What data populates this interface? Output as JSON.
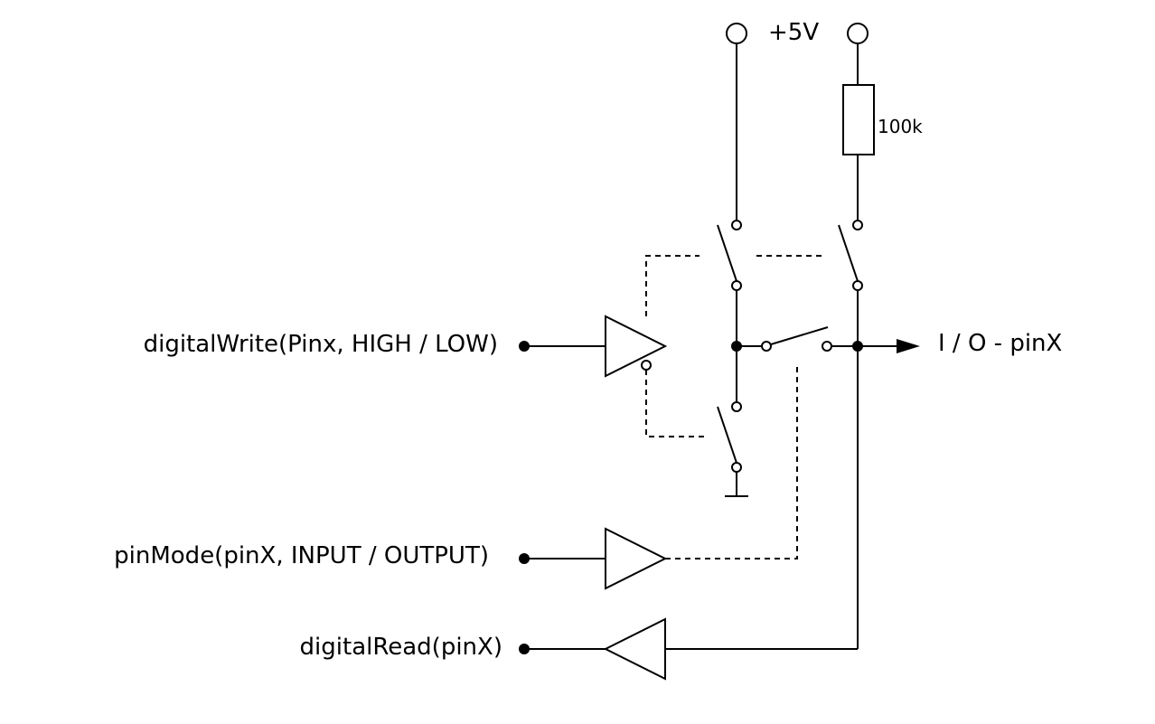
{
  "labels": {
    "supply": "+5V",
    "resistor": "100k",
    "io_pin": "I / O - pinX",
    "digital_write": "digitalWrite(Pinx, HIGH / LOW)",
    "pin_mode": "pinMode(pinX, INPUT / OUTPUT)",
    "digital_read": "digitalRead(pinX)"
  },
  "colors": {
    "line": "#000000",
    "background": "#ffffff"
  }
}
